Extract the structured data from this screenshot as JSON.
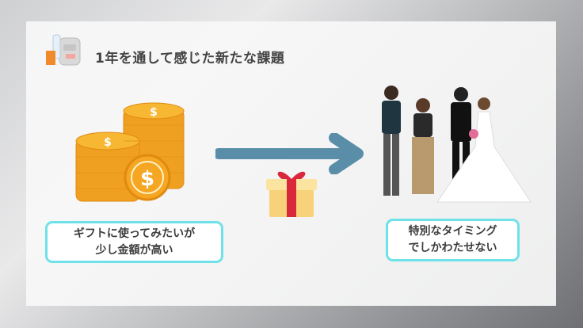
{
  "title": "1年を通して感じた新たな課題",
  "left_box": {
    "line1": "ギフトに使ってみたいが",
    "line2": "少し金額が高い"
  },
  "right_box": {
    "line1": "特別なタイミング",
    "line2": "でしかわたせない"
  },
  "colors": {
    "border": "#6fe1e8",
    "arrow": "#5a8ea8",
    "coin": "#f5a623",
    "gift": "#f7d27a",
    "ribbon": "#d9283c"
  }
}
